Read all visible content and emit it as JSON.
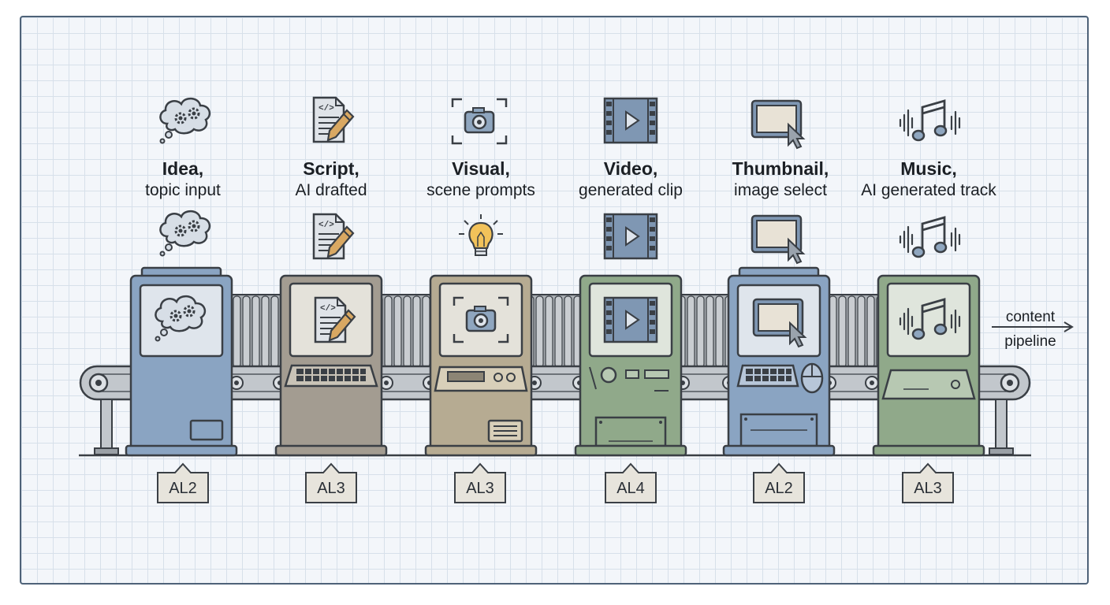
{
  "stages": [
    {
      "title": "Idea,",
      "desc": "topic input",
      "level": "AL2",
      "top_icon": "thought-bubble-gears-icon",
      "screen_icon": "thought-bubble-gears-icon",
      "machine_color": "#8aa4c2"
    },
    {
      "title": "Script,",
      "desc": "AI drafted",
      "level": "AL3",
      "top_icon": "document-pencil-icon",
      "screen_icon": "document-pencil-icon",
      "machine_color": "#a39c91"
    },
    {
      "title": "Visual,",
      "desc": "scene prompts",
      "level": "AL3",
      "top_icon": "camera-frame-icon",
      "hover_icon": "lightbulb-icon",
      "screen_icon": "camera-frame-icon",
      "machine_color": "#b6ab92"
    },
    {
      "title": "Video,",
      "desc": "generated clip",
      "level": "AL4",
      "top_icon": "film-play-icon",
      "screen_icon": "film-play-icon",
      "machine_color": "#90a98a"
    },
    {
      "title": "Thumbnail,",
      "desc": "image select",
      "level": "AL2",
      "top_icon": "screen-cursor-icon",
      "screen_icon": "screen-cursor-icon",
      "machine_color": "#8aa4c2"
    },
    {
      "title": "Music,",
      "desc": "AI generated track",
      "level": "AL3",
      "top_icon": "music-waveform-icon",
      "screen_icon": "music-waveform-icon",
      "machine_color": "#90a98a"
    }
  ],
  "pipeline": {
    "line1": "content",
    "line2": "pipeline"
  },
  "colors": {
    "outline": "#3a3f45",
    "screen": "#e6e6df",
    "belt": "#c2c7cc",
    "roller_bg": "#8a8f95",
    "label_bg": "#e7e4dc"
  }
}
